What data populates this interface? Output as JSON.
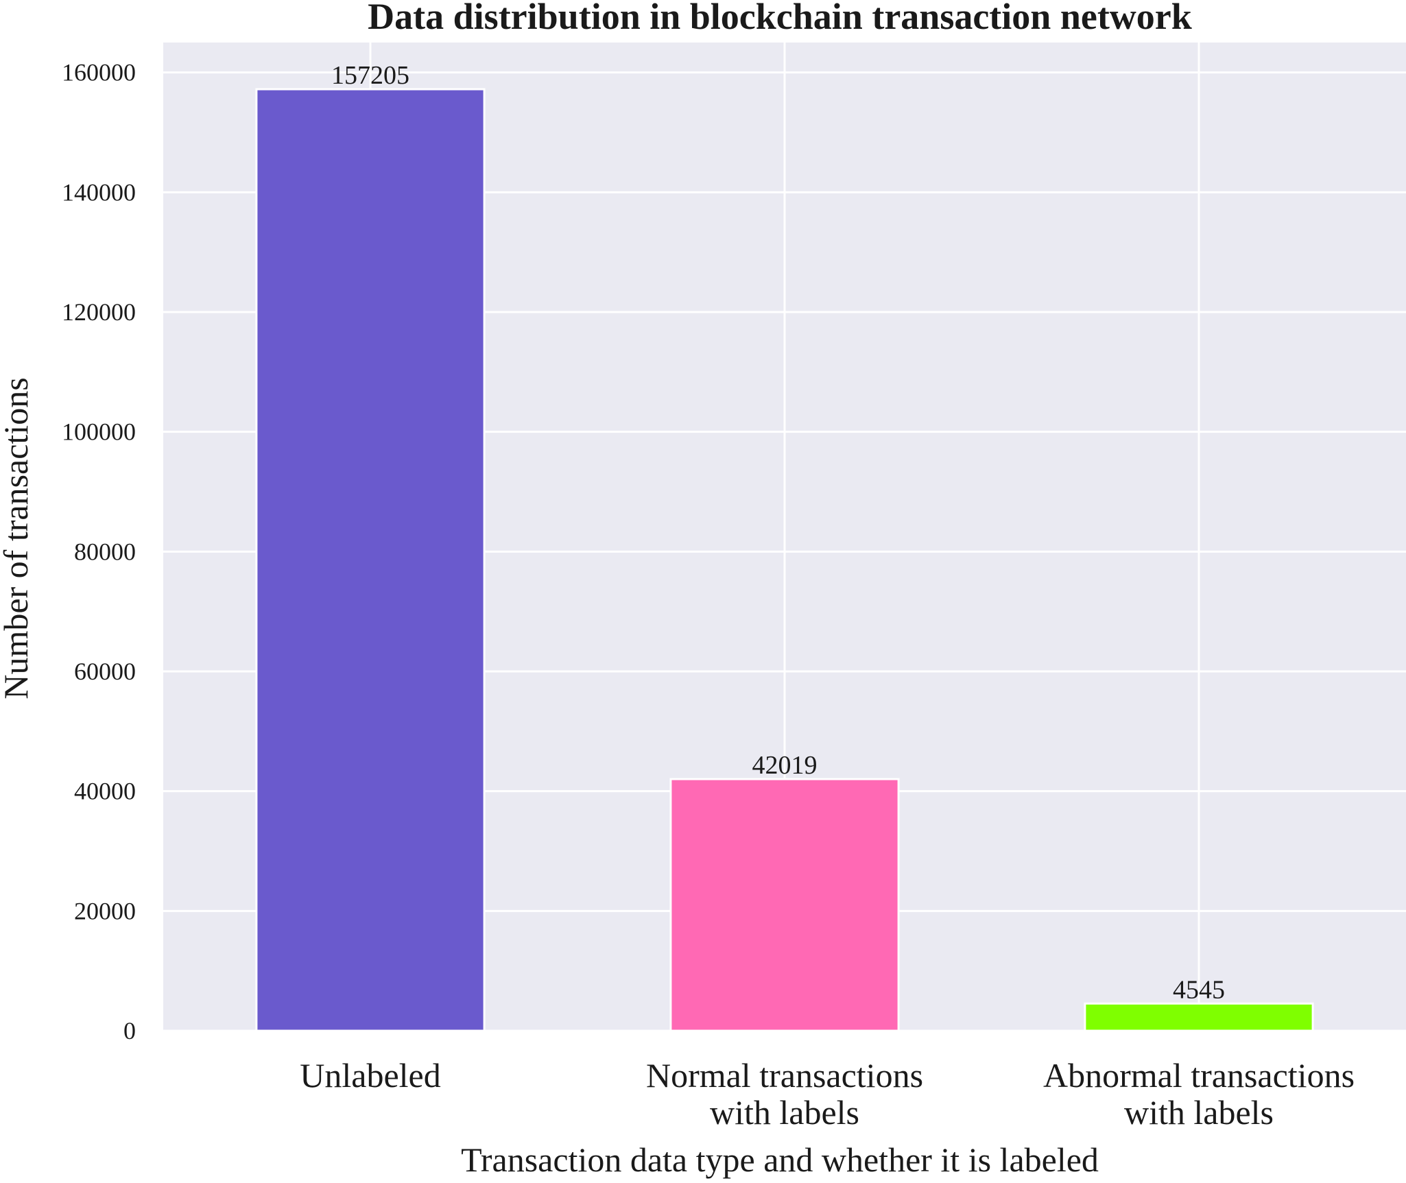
{
  "chart_data": {
    "type": "bar",
    "title": "Data distribution in blockchain transaction network",
    "xlabel": "Transaction data type and whether it is labeled",
    "ylabel": "Number of transactions",
    "categories": [
      [
        "Unlabeled"
      ],
      [
        "Normal transactions",
        "with labels"
      ],
      [
        "Abnormal transactions",
        "with labels"
      ]
    ],
    "values": [
      157205,
      42019,
      4545
    ],
    "data_labels": [
      "157205",
      "42019",
      "4545"
    ],
    "colors": [
      "#6a5acd",
      "#ff69b4",
      "#7fff00"
    ],
    "ylim": [
      0,
      165000
    ],
    "yticks": [
      0,
      20000,
      40000,
      60000,
      80000,
      100000,
      120000,
      140000,
      160000
    ],
    "ytick_labels": [
      "0",
      "20000",
      "40000",
      "60000",
      "80000",
      "100000",
      "120000",
      "140000",
      "160000"
    ],
    "grid": true,
    "legend": "none",
    "background_color": "#eaeaf2",
    "grid_color": "#ffffff"
  }
}
